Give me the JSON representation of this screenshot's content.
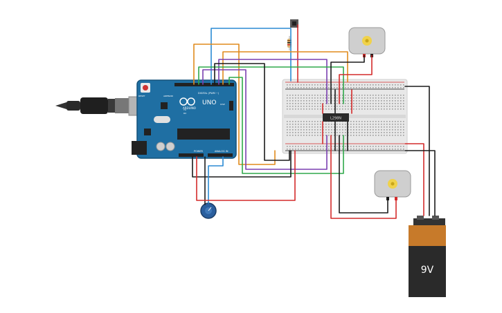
{
  "arduino": {
    "brand": "ARDUINO",
    "model": "UNO",
    "digital_label": "DIGITAL (PWM ~)",
    "power_label": "POWER",
    "analog_label": "ANALOG IN",
    "aref": "AREF",
    "gnd": "GND",
    "tx": "TX",
    "rx": "RX",
    "reset": "RESET",
    "icsp": "ICSP"
  },
  "driver_chip": {
    "label": "L298N"
  },
  "battery": {
    "label": "9V"
  },
  "colors": {
    "board": "#1f6fa3",
    "breadboard": "#e8e8e8",
    "battery_top": "#c77a2a",
    "battery_bottom": "#2a2a2a",
    "wire_red": "#d42a2a",
    "wire_black": "#1a1a1a",
    "wire_orange": "#e08a1c",
    "wire_purple": "#7a3fb0",
    "wire_green": "#2fa84a",
    "wire_blue": "#2a8ad4",
    "wire_yellow": "#d6b21a"
  }
}
